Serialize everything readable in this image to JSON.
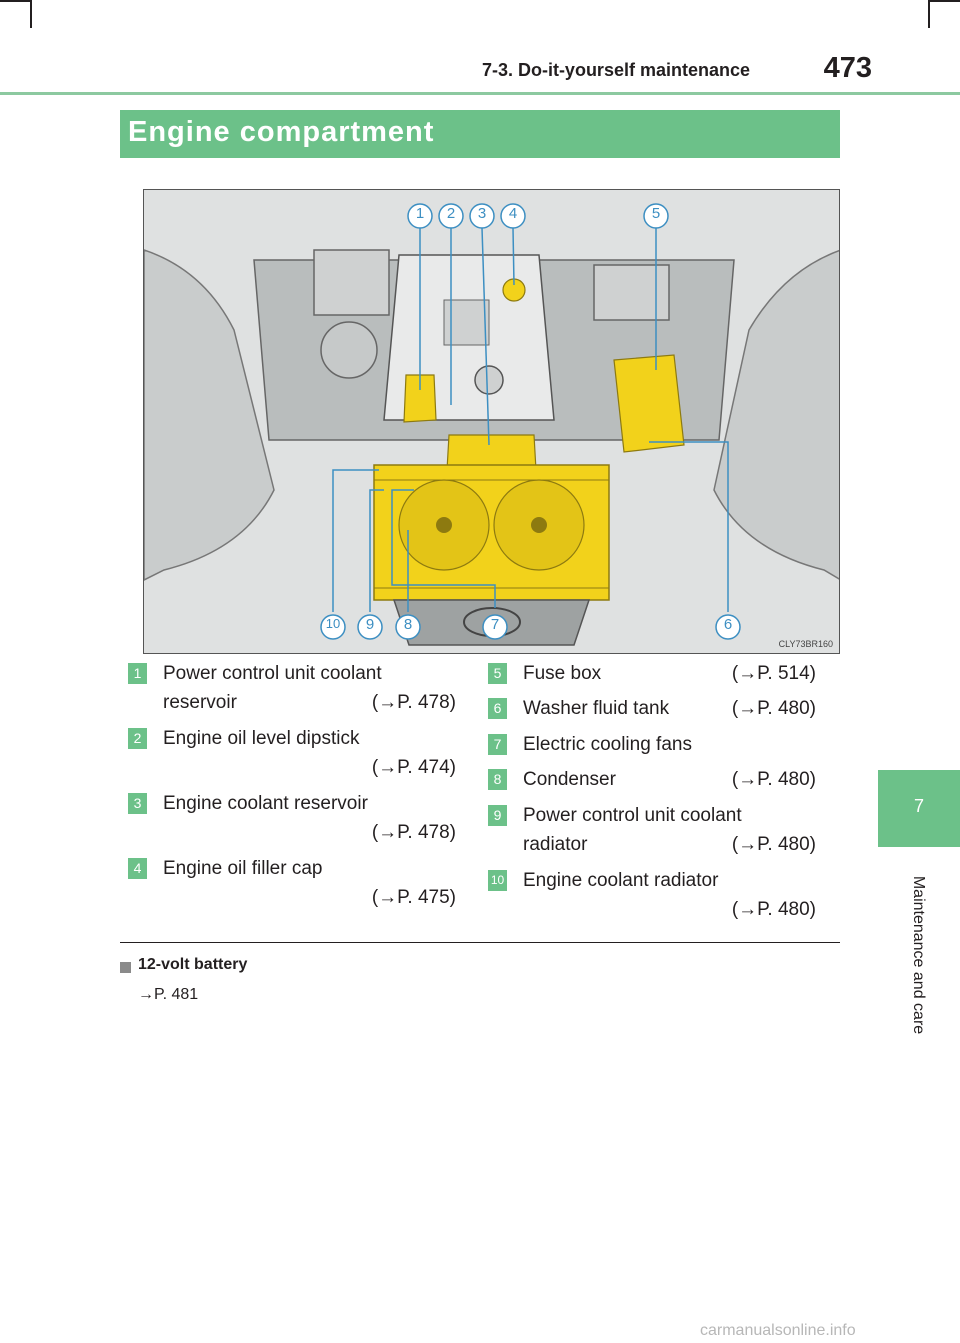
{
  "header": {
    "section": "7-3. Do-it-yourself maintenance",
    "page_number": "473"
  },
  "side_tab": {
    "chapter_number": "7",
    "chapter_title": "Maintenance and care"
  },
  "section_title": "Engine compartment",
  "illustration": {
    "code": "CLY73BR160",
    "callouts": [
      "1",
      "2",
      "3",
      "4",
      "5",
      "6",
      "7",
      "8",
      "9",
      "10"
    ]
  },
  "legend": [
    {
      "num": "1",
      "lines": [
        "Power control unit coolant",
        "reservoir"
      ],
      "ref": "(→P. 478)"
    },
    {
      "num": "2",
      "lines": [
        "Engine oil level dipstick"
      ],
      "ref": "(→P. 474)"
    },
    {
      "num": "3",
      "lines": [
        "Engine coolant reservoir"
      ],
      "ref": "(→P. 478)"
    },
    {
      "num": "4",
      "lines": [
        "Engine oil filler cap"
      ],
      "ref": "(→P. 475)"
    },
    {
      "num": "5",
      "lines": [
        "Fuse box"
      ],
      "ref": "(→P. 514)"
    },
    {
      "num": "6",
      "lines": [
        "Washer fluid tank"
      ],
      "ref": "(→P. 480)"
    },
    {
      "num": "7",
      "lines": [
        "Electric cooling fans"
      ],
      "ref": ""
    },
    {
      "num": "8",
      "lines": [
        "Condenser"
      ],
      "ref": "(→P. 480)"
    },
    {
      "num": "9",
      "lines": [
        "Power control unit coolant",
        "radiator"
      ],
      "ref": "(→P. 480)"
    },
    {
      "num": "10",
      "lines": [
        "Engine coolant radiator"
      ],
      "ref": "(→P. 480)"
    }
  ],
  "note": {
    "title": "12-volt battery",
    "body": "→P. 481"
  },
  "watermark": "carmanualsonline.info",
  "colors": {
    "accent_green": "#6cc189",
    "highlight_yellow": "#f2d21b",
    "text": "#231f20"
  }
}
